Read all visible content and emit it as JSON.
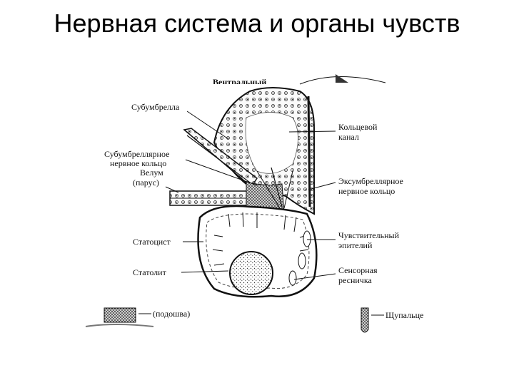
{
  "slide": {
    "title": "Нервная система и органы чувств"
  },
  "diagram": {
    "top_label_partial": "Вентральный",
    "labels_left": {
      "subumbrella": "Субумбрелла",
      "subumbrella_ring_1": "Субумбреллярное",
      "subumbrella_ring_2": "нервное кольцо",
      "velum_1": "Велум",
      "velum_2": "(парус)",
      "statocyst": "Статоцист",
      "statolith": "Статолит",
      "sole": "(подошва)"
    },
    "labels_right": {
      "ring_canal_1": "Кольцевой",
      "ring_canal_2": "канал",
      "exumbrella_ring_1": "Эксумбреллярное",
      "exumbrella_ring_2": "нервное кольцо",
      "sensory_epithelium_1": "Чувствительный",
      "sensory_epithelium_2": "эпителий",
      "sensory_cilium_1": "Сенсорная",
      "sensory_cilium_2": "ресничка",
      "tentacle": "Щупальце"
    }
  }
}
